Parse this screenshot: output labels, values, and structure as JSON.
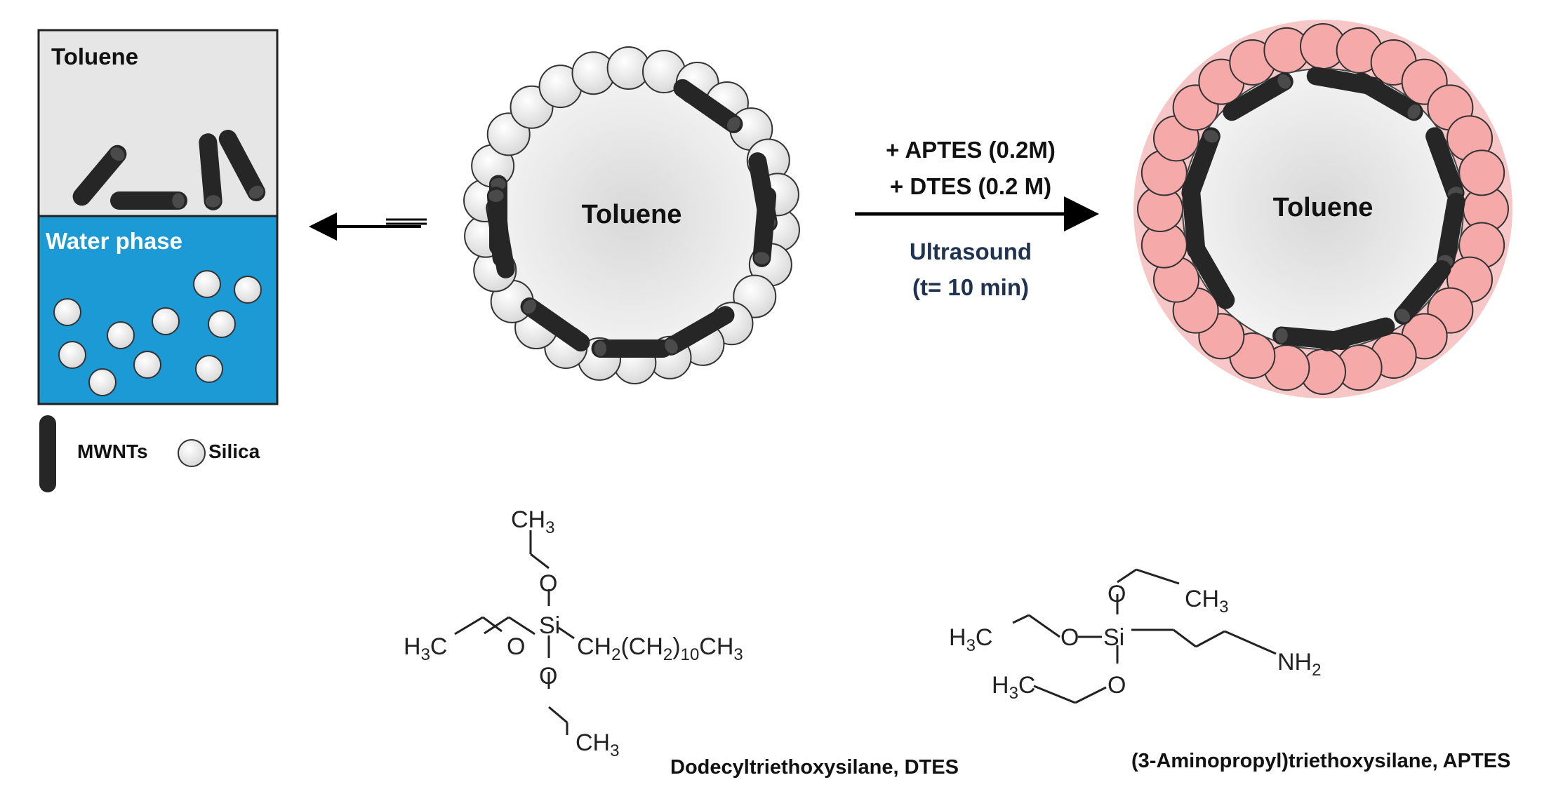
{
  "beaker": {
    "toluene_label": "Toluene",
    "water_label": "Water phase"
  },
  "legend": {
    "mwnts_label": "MWNTs",
    "silica_label": "Silica"
  },
  "droplet_left": {
    "label": "Toluene"
  },
  "droplet_right": {
    "label": "Toluene"
  },
  "reaction": {
    "reagent1": "+ APTES (0.2M)",
    "reagent2": "+ DTES (0.2 M)",
    "condition1": "Ultrasound",
    "condition2": "(t= 10 min)"
  },
  "dtes": {
    "ch3_top": "CH3",
    "o_top": "O",
    "si": "Si",
    "h3c_left": "H3C",
    "o_left": "O",
    "chain": "CH2(CH2)10CH3",
    "o_bottom": "O",
    "ch3_bottom": "CH3",
    "name": "Dodecyltriethoxysilane, DTES"
  },
  "aptes": {
    "o_top": "O",
    "ch3_top": "CH3",
    "h3c_left": "H3C",
    "o_left": "O",
    "si": "Si",
    "nh2": "NH2",
    "h3c_bottom": "H3C",
    "o_bottom": "O",
    "name": "(3-Aminopropyl)triethoxysilane, APTES"
  },
  "colors": {
    "toluene_phase": "#e6e6e6",
    "water_phase": "#1c9ad6",
    "mwnt": "#262626",
    "silica": "#f4f4f4",
    "modified_shell": "#f7c6c6",
    "modified_silica": "#f6a9a9",
    "reaction_text": "#1f3350"
  }
}
